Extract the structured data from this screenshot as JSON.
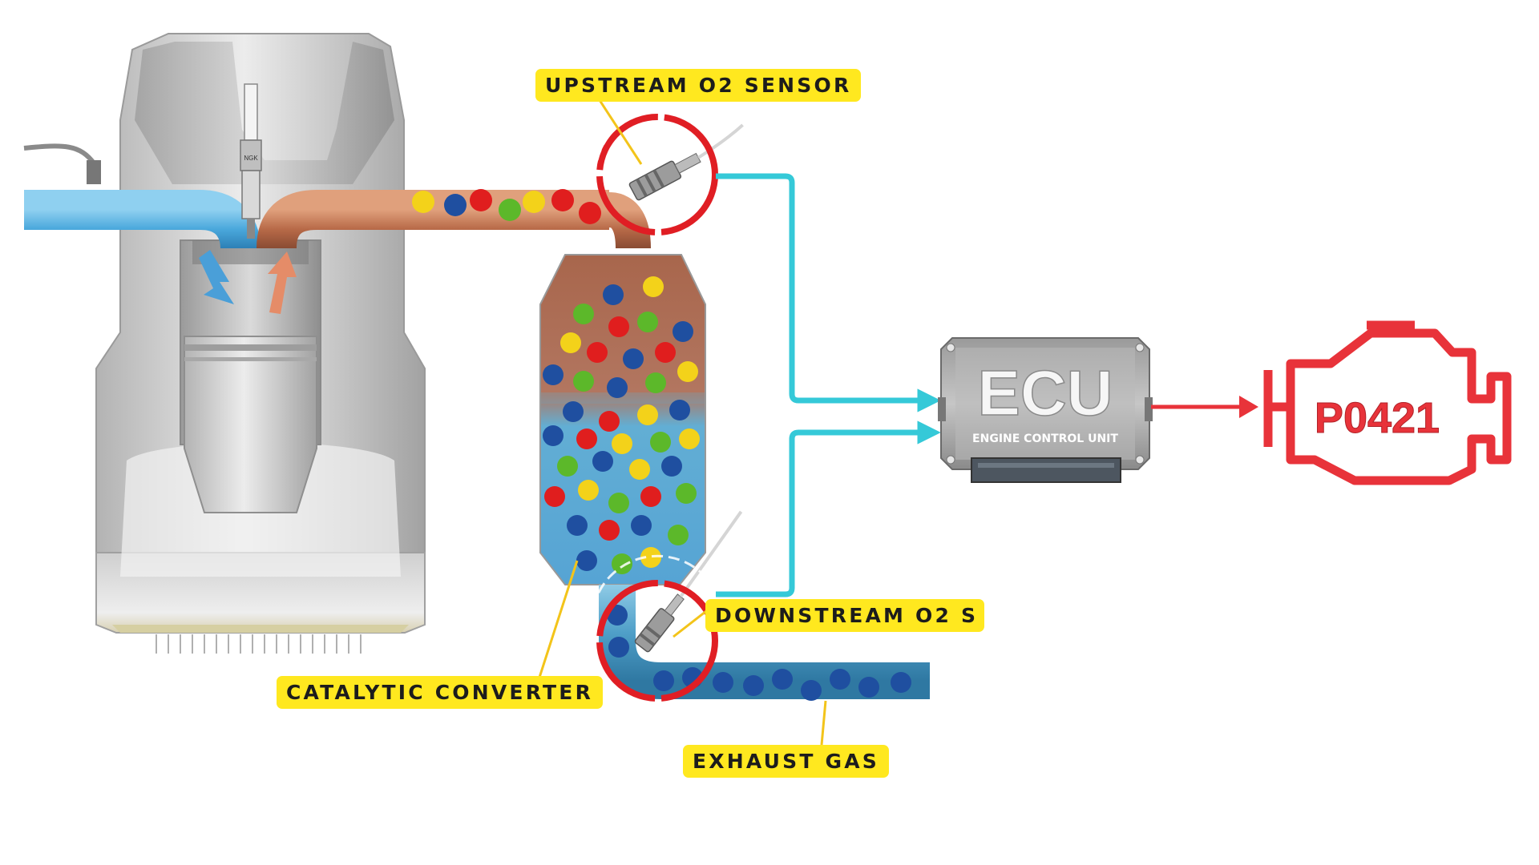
{
  "labels": {
    "upstream_sensor": "UPSTREAM O2 SENSOR",
    "downstream_sensor": "DOWNSTREAM O2 S",
    "catalytic_converter": "CATALYTIC CONVERTER",
    "exhaust_gas": "EXHAUST GAS"
  },
  "ecu": {
    "title": "ECU",
    "subtitle": "ENGINE CONTROL UNIT"
  },
  "engine_light": {
    "code": "P0421"
  },
  "spark_plug": {
    "brand": "NGK"
  },
  "colors": {
    "signal_line": "#35c9d8",
    "alert": "#e8333a",
    "label_bg": "#ffe81f",
    "intake": "#58b4e0",
    "exhaust_hot": "#c0704e",
    "exhaust_cool": "#4f9fc8",
    "particle_red": "#e01e1e",
    "particle_green": "#5cb82a",
    "particle_yellow": "#f3d21a",
    "particle_blue": "#1f4fa0"
  },
  "icons": [
    "spark-plug-icon",
    "o2-sensor-icon",
    "ecu-module-icon",
    "check-engine-icon",
    "arrow-icon"
  ]
}
